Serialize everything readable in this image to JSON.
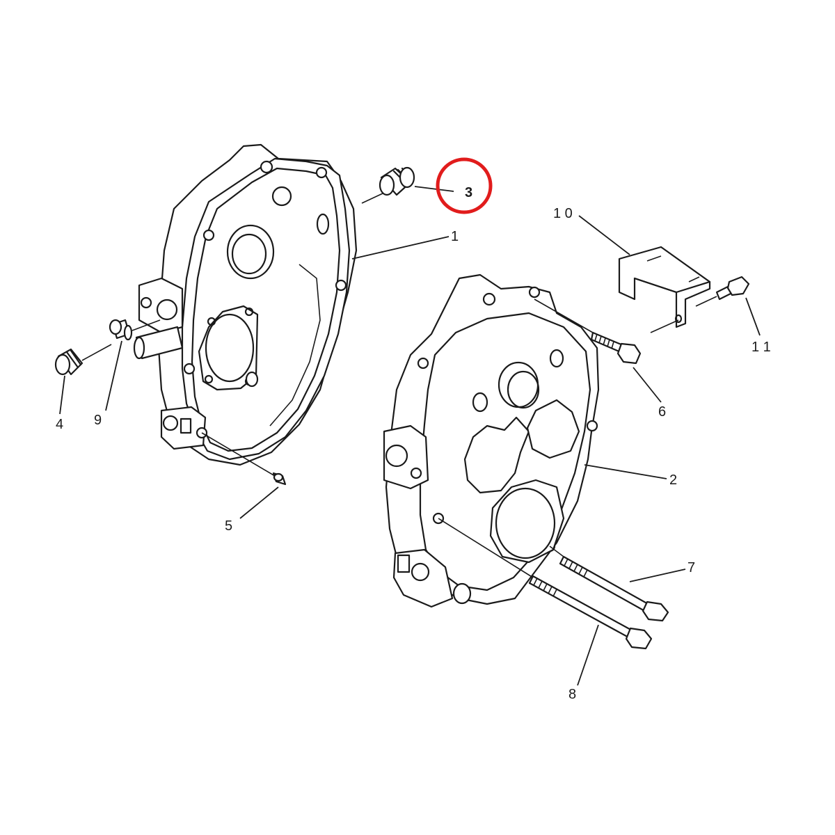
{
  "diagram": {
    "highlight": {
      "part": "3",
      "color": "#e11c1c"
    },
    "callouts": [
      {
        "id": "1",
        "label": "1"
      },
      {
        "id": "2",
        "label": "2"
      },
      {
        "id": "3",
        "label": "3"
      },
      {
        "id": "4",
        "label": "4"
      },
      {
        "id": "5",
        "label": "5"
      },
      {
        "id": "6",
        "label": "6"
      },
      {
        "id": "7",
        "label": "7"
      },
      {
        "id": "8",
        "label": "8"
      },
      {
        "id": "9",
        "label": "9"
      },
      {
        "id": "10",
        "label": "1 0"
      },
      {
        "id": "11",
        "label": "1 1"
      }
    ]
  }
}
